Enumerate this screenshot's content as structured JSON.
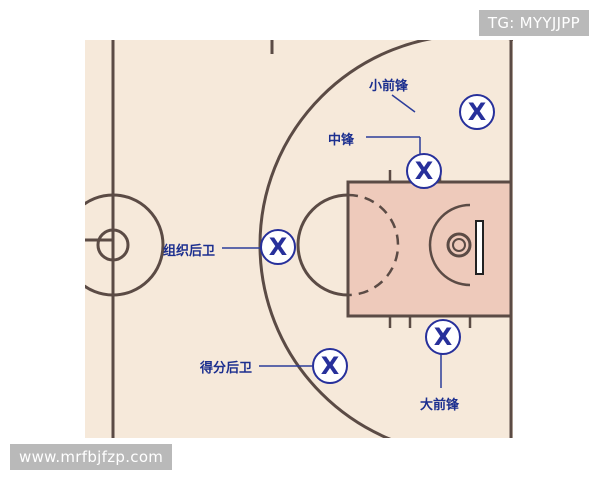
{
  "watermarks": {
    "top_right": "TG: MYYJJPP",
    "bottom_left": "www.mrfbjfzp.com"
  },
  "players": [
    {
      "id": "small-forward",
      "label": "小前锋",
      "marker": "X"
    },
    {
      "id": "center",
      "label": "中锋",
      "marker": "X"
    },
    {
      "id": "point-guard",
      "label": "组织后卫",
      "marker": "X"
    },
    {
      "id": "shooting-guard",
      "label": "得分后卫",
      "marker": "X"
    },
    {
      "id": "power-forward",
      "label": "大前锋",
      "marker": "X"
    }
  ],
  "colors": {
    "court_floor": "#f6e9da",
    "paint": "#eecabb",
    "lines": "#5b4b45",
    "marker_blue": "#27309b",
    "marker_fill": "#ffffff",
    "label_blue": "#1c2f8f",
    "pointer_line": "#2c3d9a"
  }
}
